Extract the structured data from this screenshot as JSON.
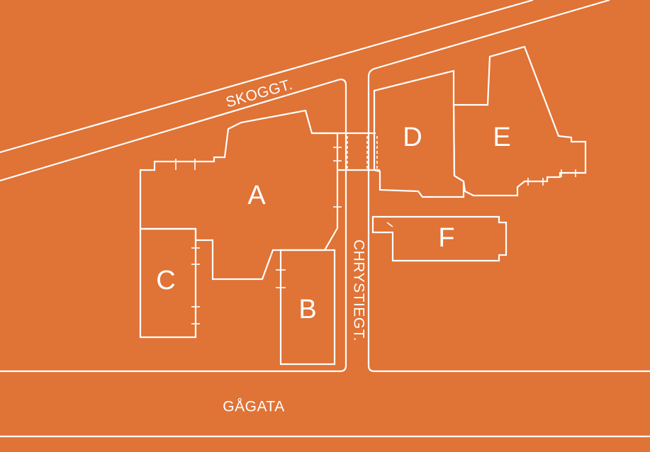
{
  "map": {
    "background": "#E07336",
    "line_color": "#FFFFFF",
    "buildings": [
      {
        "id": "A",
        "label": "A"
      },
      {
        "id": "B",
        "label": "B"
      },
      {
        "id": "C",
        "label": "C"
      },
      {
        "id": "D",
        "label": "D"
      },
      {
        "id": "E",
        "label": "E"
      },
      {
        "id": "F",
        "label": "F"
      }
    ],
    "streets": {
      "skoggt": "SKOGGT.",
      "chrystiegt": "CHRYSTIEGT.",
      "gagata": "GÅGATA"
    }
  }
}
